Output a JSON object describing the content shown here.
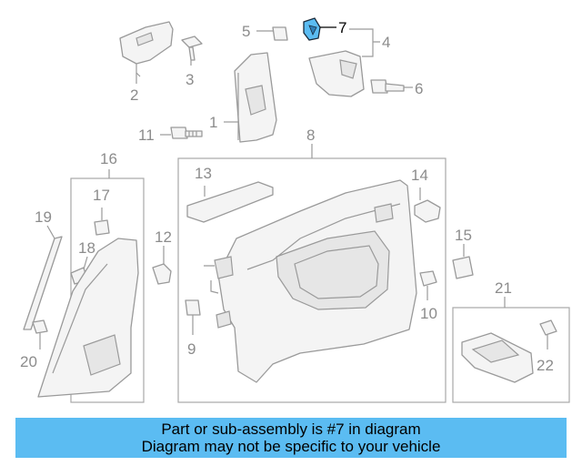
{
  "callouts": {
    "c1": "1",
    "c2": "2",
    "c3": "3",
    "c4": "4",
    "c5": "5",
    "c6": "6",
    "c7": "7",
    "c8": "8",
    "c9": "9",
    "c10": "10",
    "c11": "11",
    "c12": "12",
    "c13": "13",
    "c14": "14",
    "c15": "15",
    "c16": "16",
    "c17": "17",
    "c18": "18",
    "c19": "19",
    "c20": "20",
    "c21": "21",
    "c22": "22"
  },
  "caption": {
    "line1": "Part or sub-assembly is #7 in diagram",
    "line2": "Diagram may not be specific to your vehicle"
  },
  "colors": {
    "highlight": "#5bbcf2",
    "line": "#9a9a9a",
    "text": "#8c8c8c"
  }
}
